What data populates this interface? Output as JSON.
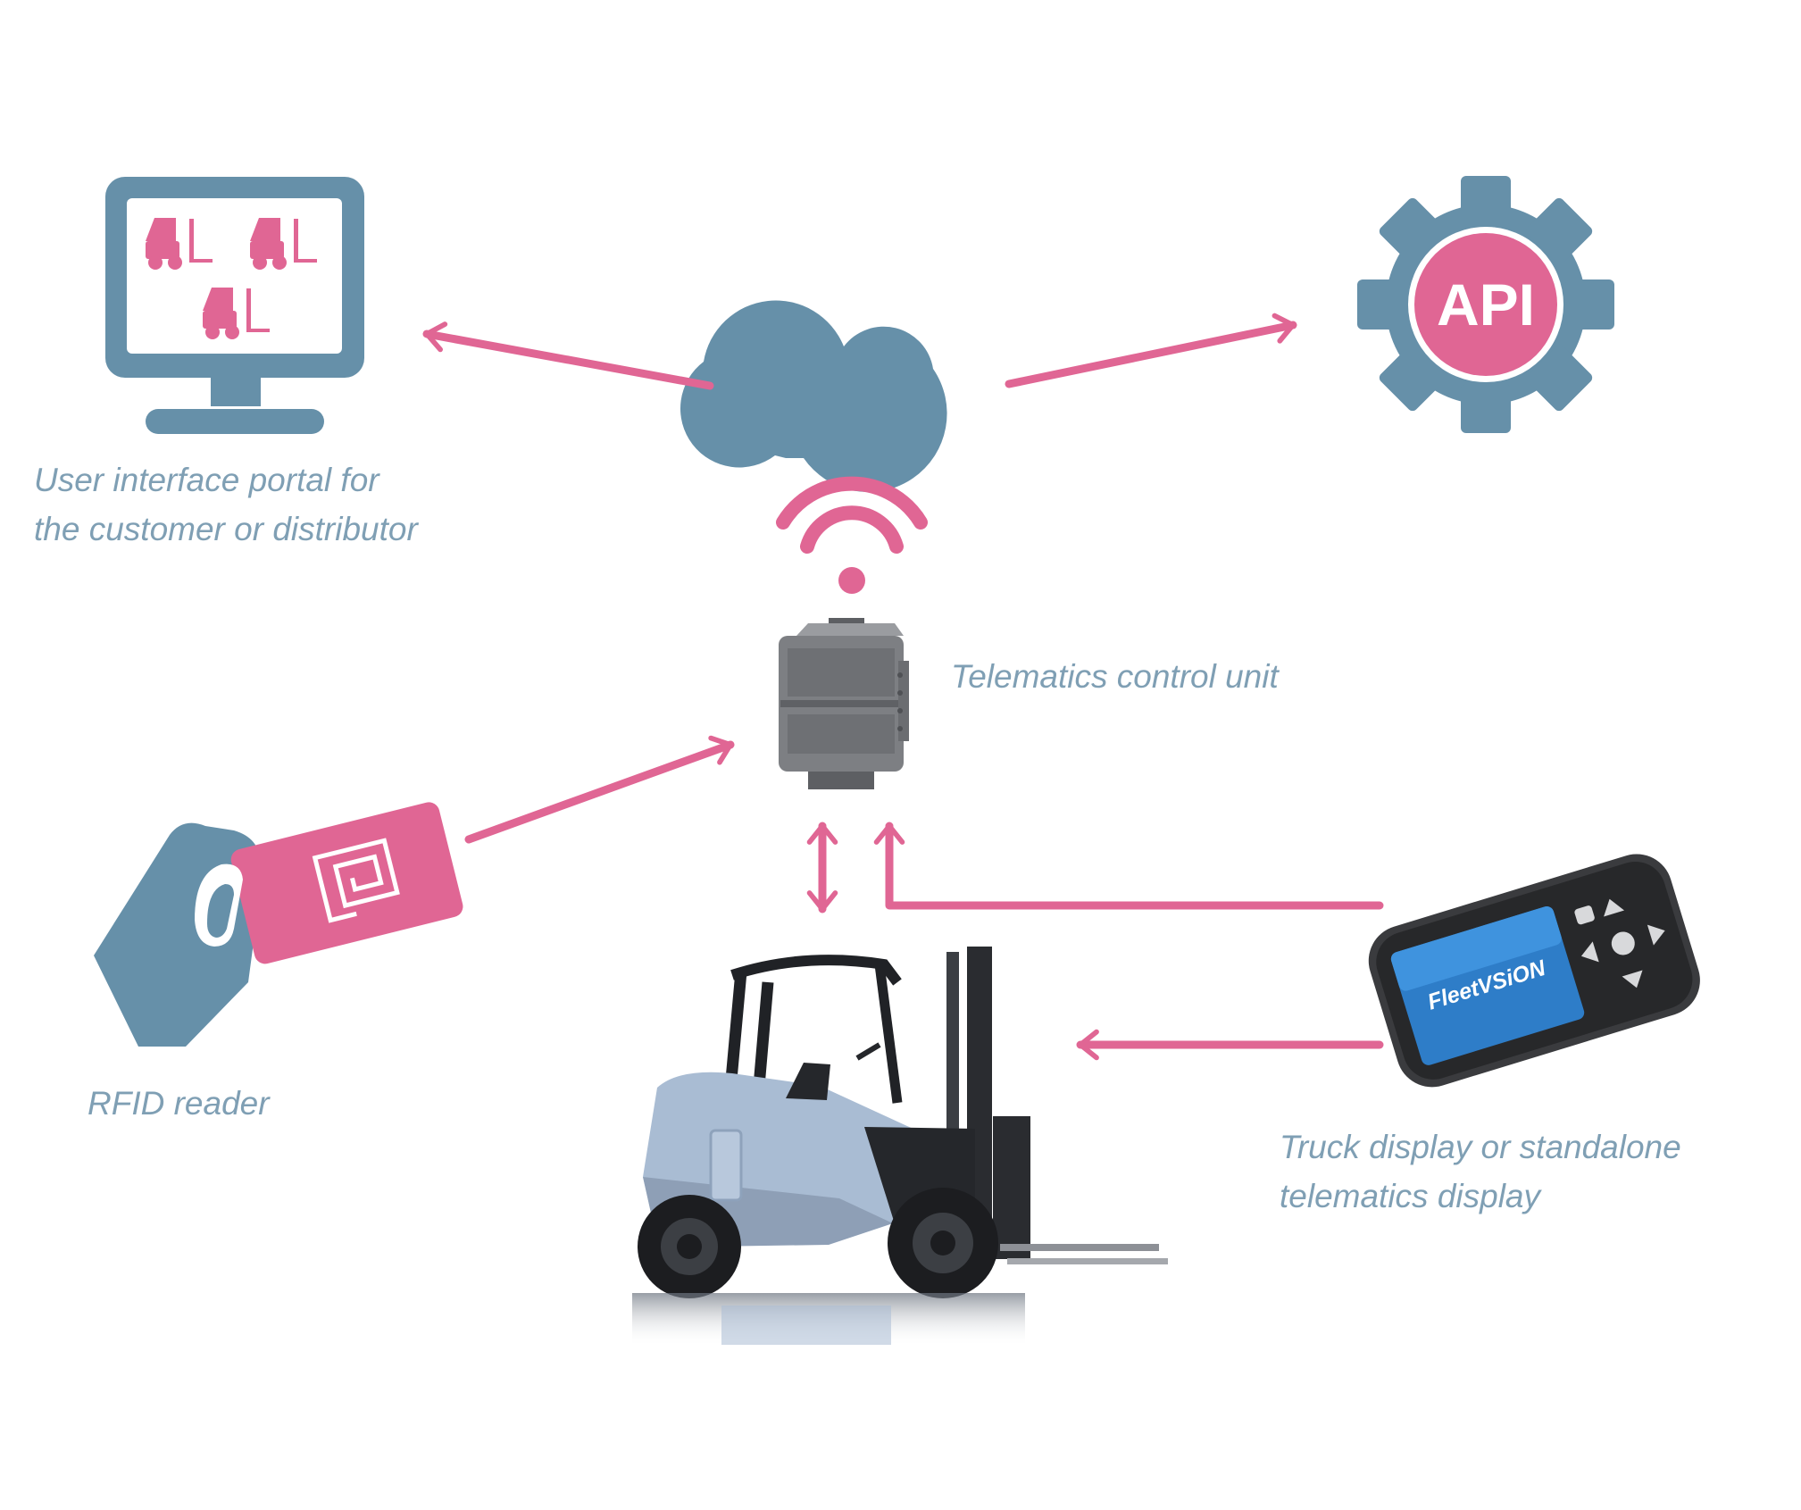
{
  "colors": {
    "accent_pink": "#e06694",
    "icon_blue": "#6690a9",
    "label_blue": "#7f9fb4",
    "device_grey": "#7d7f83",
    "forklift_body": "#a9bcd3",
    "screen_blue": "#2e7dc8"
  },
  "icons": {
    "monitor": "monitor-icon",
    "cloud": "cloud-icon",
    "api_gear": "gear-icon",
    "wifi": "wifi-icon",
    "telematics_unit": "control-unit-icon",
    "rfid": "rfid-card-hand-icon",
    "display": "handheld-display-icon",
    "forklift": "forklift-icon"
  },
  "api_badge": "API",
  "display_brand": "FleetVSiON",
  "labels": {
    "portal_line1": "User interface portal for",
    "portal_line2": "the customer or distributor",
    "tcu": "Telematics control unit",
    "rfid": "RFID reader",
    "display_line1": "Truck display or standalone",
    "display_line2": "telematics display"
  }
}
